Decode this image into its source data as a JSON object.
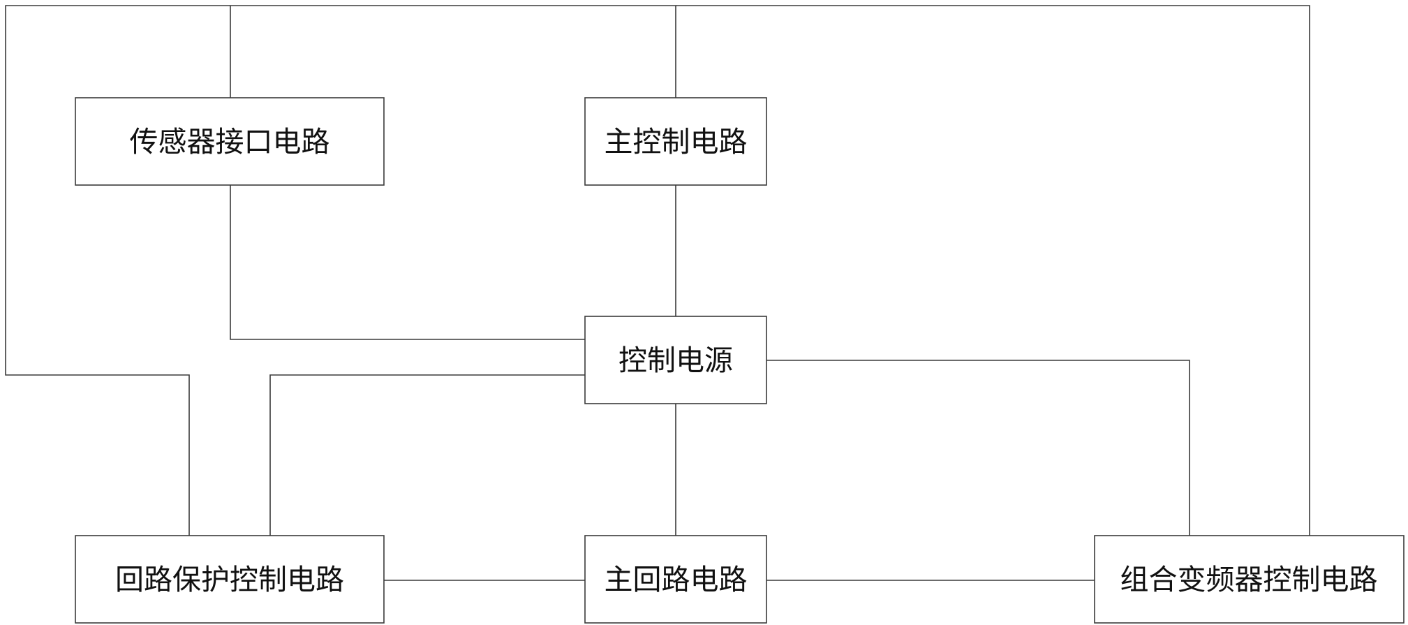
{
  "diagram": {
    "blocks": {
      "sensor_interface": {
        "label": "传感器接口电路"
      },
      "main_control": {
        "label": "主控制电路"
      },
      "control_power": {
        "label": "控制电源"
      },
      "loop_protection": {
        "label": "回路保护控制电路"
      },
      "main_loop": {
        "label": "主回路电路"
      },
      "vfd_control": {
        "label": "组合变频器控制电路"
      }
    },
    "connections": [
      {
        "from": "sensor_interface",
        "to": "control_power"
      },
      {
        "from": "main_control",
        "to": "control_power"
      },
      {
        "from": "control_power",
        "to": "loop_protection"
      },
      {
        "from": "control_power",
        "to": "main_loop"
      },
      {
        "from": "control_power",
        "to": "vfd_control"
      },
      {
        "from": "loop_protection",
        "to": "main_loop"
      },
      {
        "from": "main_loop",
        "to": "vfd_control"
      },
      {
        "from": "loop_protection",
        "to": "sensor_interface"
      },
      {
        "from": "sensor_interface",
        "to": "main_control"
      },
      {
        "from": "main_control",
        "to": "vfd_control"
      }
    ],
    "colors": {
      "line": "#3a3a3a",
      "box_fill": "#ffffff",
      "text": "#111111"
    }
  }
}
